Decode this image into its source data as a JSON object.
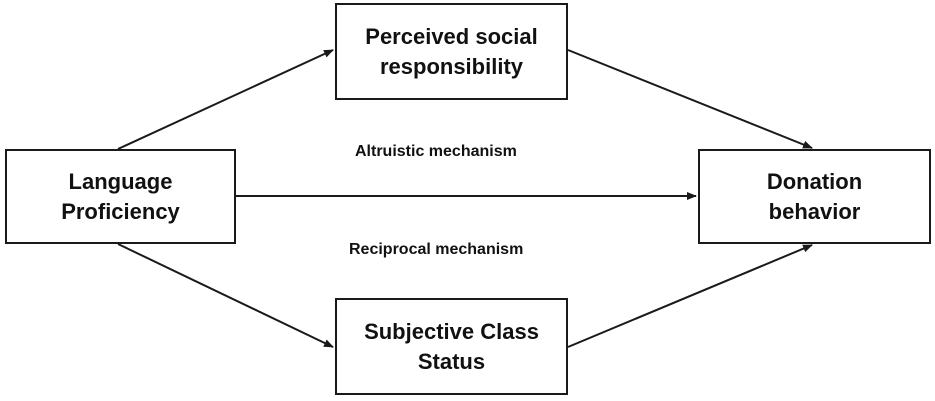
{
  "nodes": {
    "language_proficiency": "Language\nProficiency",
    "perceived_social_responsibility": "Perceived social\nresponsibility",
    "subjective_class_status": "Subjective Class\nStatus",
    "donation_behavior": "Donation\nbehavior"
  },
  "mechanisms": {
    "altruistic": "Altruistic mechanism",
    "reciprocal": "Reciprocal mechanism"
  },
  "colors": {
    "stroke": "#1a1a1a",
    "text": "#111111",
    "background": "#ffffff"
  }
}
